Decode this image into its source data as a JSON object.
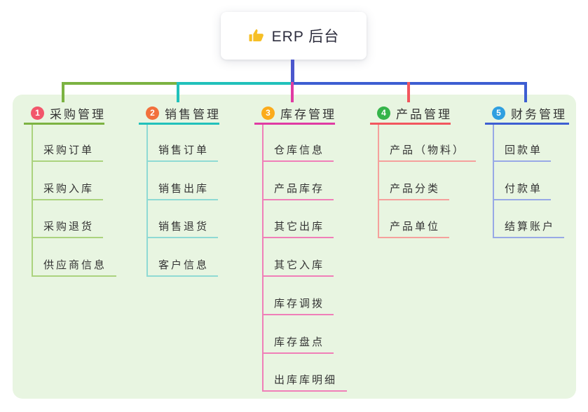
{
  "root": {
    "label": "ERP 后台",
    "icon": "thumbs-up-icon",
    "icon_color": "#f6bf26"
  },
  "canvas": {
    "background": "#ffffff",
    "panel_background": "#e8f5e1",
    "stem_color": "#4b57cd",
    "text_color": "#333333"
  },
  "branches": [
    {
      "index": "1",
      "label": "采购管理",
      "badge_color": "#f2566b",
      "line_color": "#7cb342",
      "child_line_color": "#abd37e",
      "children": [
        "采购订单",
        "采购入库",
        "采购退货",
        "供应商信息"
      ]
    },
    {
      "index": "2",
      "label": "销售管理",
      "badge_color": "#f2703c",
      "line_color": "#21c1bb",
      "child_line_color": "#8fdad4",
      "children": [
        "销售订单",
        "销售出库",
        "销售退货",
        "客户信息"
      ]
    },
    {
      "index": "3",
      "label": "库存管理",
      "badge_color": "#fbab1b",
      "line_color": "#e03ba3",
      "child_line_color": "#f07fb8",
      "children": [
        "仓库信息",
        "产品库存",
        "其它出库",
        "其它入库",
        "库存调拨",
        "库存盘点",
        "出库库明细"
      ]
    },
    {
      "index": "4",
      "label": "产品管理",
      "badge_color": "#35b44a",
      "line_color": "#f2565e",
      "child_line_color": "#f5a09c",
      "children": [
        "产品（物料）",
        "产品分类",
        "产品单位"
      ]
    },
    {
      "index": "5",
      "label": "财务管理",
      "badge_color": "#2f9fe0",
      "line_color": "#3d5ed2",
      "child_line_color": "#98a9e6",
      "children": [
        "回款单",
        "付款单",
        "结算账户"
      ]
    }
  ]
}
